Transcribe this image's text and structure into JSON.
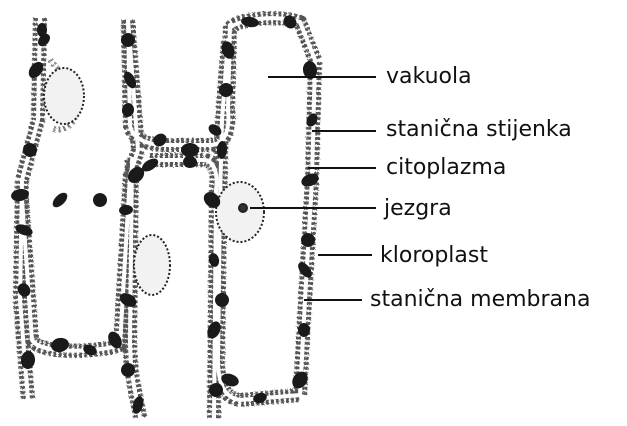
{
  "labels": {
    "vacuole": "vakuola",
    "cell_wall": "stanična stijenka",
    "cytoplasm": "citoplazma",
    "nucleus": "jezgra",
    "chloroplast": "kloroplast",
    "cell_membrane": "stanična membrana"
  },
  "colors": {
    "ink": "#111111",
    "cell_wall": "#ffffff",
    "chloroplast": "#1a1a1a",
    "stipple": "#555555",
    "background": "#ffffff"
  }
}
